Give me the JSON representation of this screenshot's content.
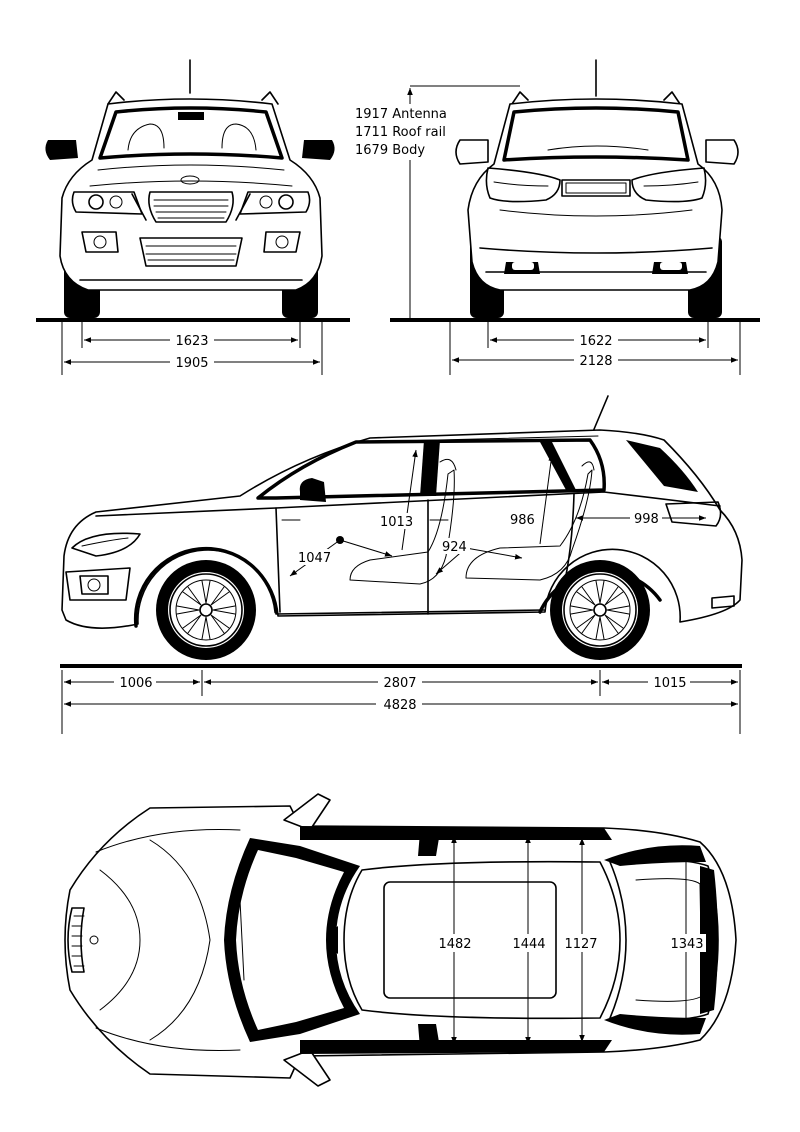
{
  "height_callout": {
    "antenna": "1917 Antenna",
    "roof_rail": "1711 Roof rail",
    "body": "1679 Body"
  },
  "front_view": {
    "track": "1623",
    "width": "1905"
  },
  "rear_view": {
    "track": "1622",
    "width": "2128"
  },
  "side_view": {
    "front_overhang": "1006",
    "wheelbase": "2807",
    "rear_overhang": "1015",
    "length": "4828",
    "front_headroom": "1013",
    "front_legroom": "1047",
    "rear_legroom": "924",
    "rear_headroom": "986",
    "cargo_length": "998"
  },
  "top_view": {
    "front_shoulder": "1482",
    "rear_shoulder": "1444",
    "cargo_floor_width": "1127",
    "tailgate_width": "1343"
  }
}
